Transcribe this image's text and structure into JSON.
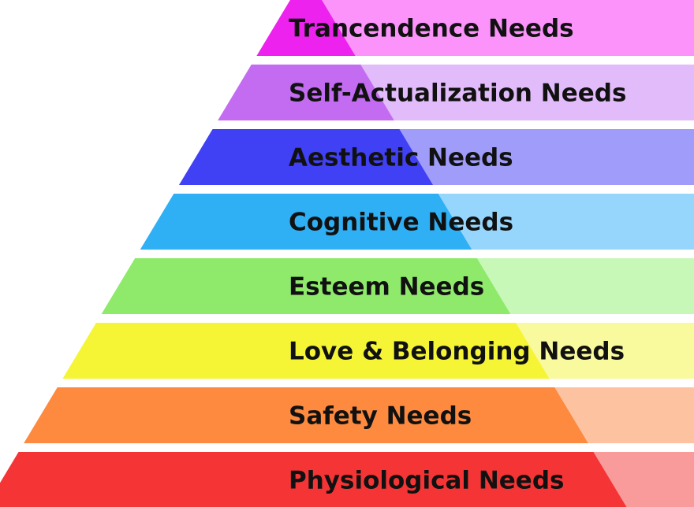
{
  "diagram": {
    "type": "pyramid",
    "tiers": [
      {
        "label": "Trancendence Needs",
        "color": "#ee22ee",
        "tint": "#fb93fb"
      },
      {
        "label": "Self-Actualization Needs",
        "color": "#c36cf2",
        "tint": "#e2bbfb"
      },
      {
        "label": "Aesthetic Needs",
        "color": "#4040f4",
        "tint": "#a09cfa"
      },
      {
        "label": "Cognitive Needs",
        "color": "#2fb0f5",
        "tint": "#96d6fc"
      },
      {
        "label": "Esteem Needs",
        "color": "#8fea6c",
        "tint": "#c8f8b8"
      },
      {
        "label": "Love & Belonging Needs",
        "color": "#f5f536",
        "tint": "#f9f99e"
      },
      {
        "label": "Safety Needs",
        "color": "#fd8a3e",
        "tint": "#fdc3a0"
      },
      {
        "label": "Physiological Needs",
        "color": "#f53535",
        "tint": "#f99b9b"
      }
    ]
  }
}
